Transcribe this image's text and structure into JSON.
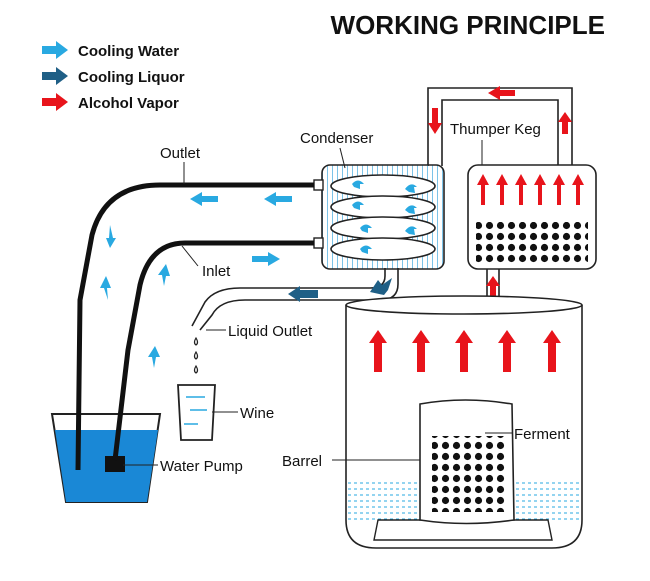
{
  "title": "WORKING PRINCIPLE",
  "legend": [
    {
      "label": "Cooling Water",
      "color": "#29a9e1"
    },
    {
      "label": "Cooling Liquor",
      "color": "#1f5f86"
    },
    {
      "label": "Alcohol Vapor",
      "color": "#e8141b"
    }
  ],
  "labels": {
    "outlet": "Outlet",
    "inlet": "Inlet",
    "condenser": "Condenser",
    "thumper_keg": "Thumper Keg",
    "liquid_outlet": "Liquid Outlet",
    "wine": "Wine",
    "water_pump": "Water Pump",
    "barrel": "Barrel",
    "ferment": "Ferment"
  },
  "icons": [
    "flow-arrow-icon"
  ]
}
